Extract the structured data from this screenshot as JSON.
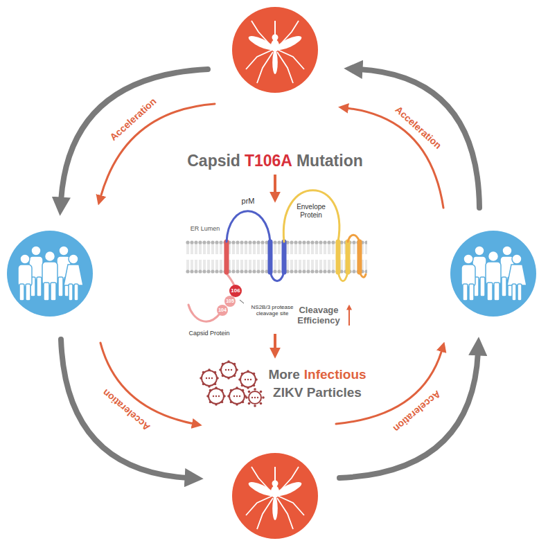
{
  "diagram": {
    "labels": [
      "Acceleration",
      "Acceleration",
      "Capsid",
      "T106A",
      "Mutation",
      "ER Lumen",
      "prM",
      "Envelope Protein",
      "106",
      "105",
      "104",
      "NS2B/3 protease cleavage site",
      "Capsid Protein",
      "Cleavage Efficiency",
      "More",
      "Infectious",
      "ZIKV Particles",
      "Acceleration",
      "Acceleration"
    ]
  }
}
